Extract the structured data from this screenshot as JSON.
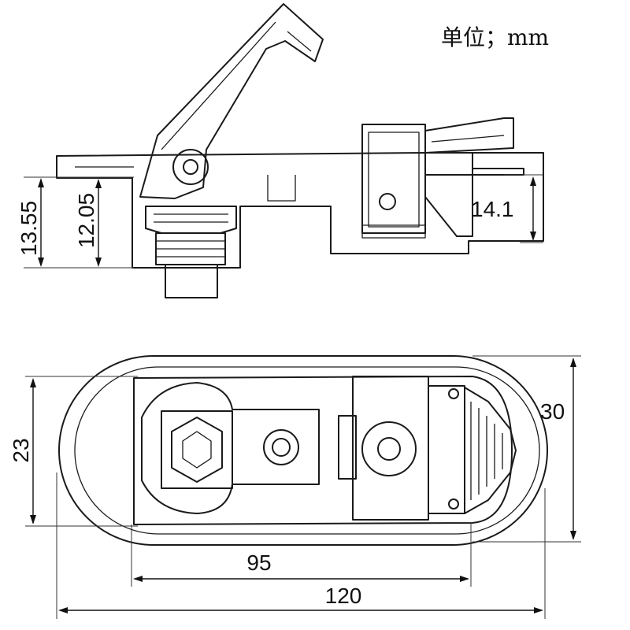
{
  "unit_label": "单位；mm",
  "dimensions": {
    "height_overall": "13.55",
    "height_body": "12.05",
    "latch_height": "14.1",
    "width_inner": "23",
    "width_outer": "30",
    "length_inner": "95",
    "length_overall": "120"
  },
  "colors": {
    "line": "#1a1a1a",
    "background": "#ffffff"
  }
}
